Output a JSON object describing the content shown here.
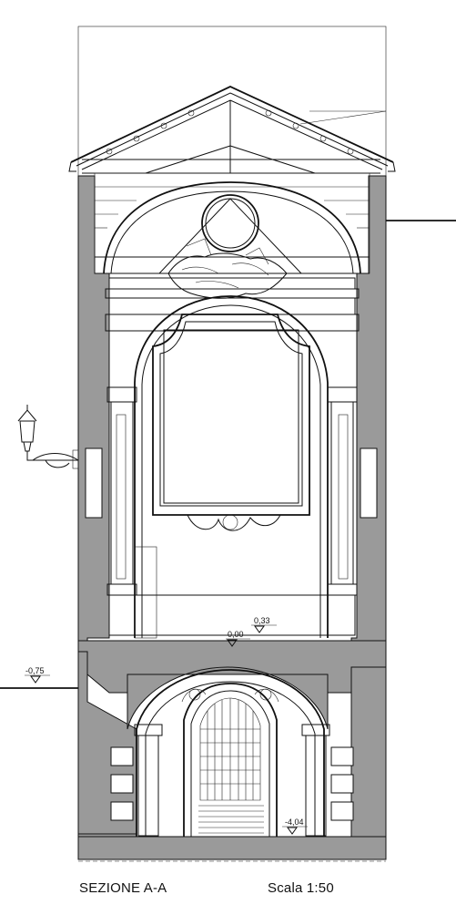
{
  "drawing": {
    "section_title": "SEZIONE A-A",
    "scale": "Scala 1:50",
    "levels": {
      "first_floor": "0,33",
      "ground": "0,00",
      "street": "-0,75",
      "basement": "-4,04"
    }
  }
}
